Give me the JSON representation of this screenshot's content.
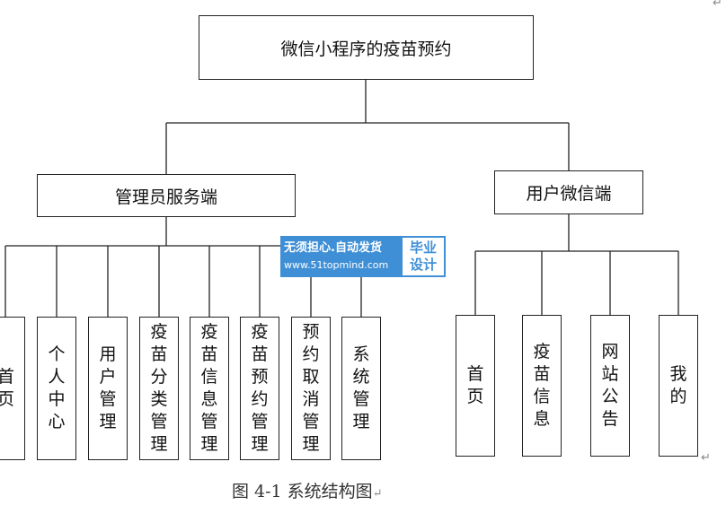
{
  "root": "微信小程序的疫苗预约",
  "admin": {
    "title": "管理员服务端",
    "modules": [
      "首页",
      "个人中心",
      "用户管理",
      "疫苗分类管理",
      "疫苗信息管理",
      "疫苗预约管理",
      "预约取消管理",
      "系统管理"
    ]
  },
  "user": {
    "title": "用户微信端",
    "modules": [
      "首页",
      "疫苗信息",
      "网站公告",
      "我的"
    ]
  },
  "watermark": {
    "line1": "无须担心.自动发货",
    "line2": "www.51topmind.com",
    "badge1": "毕业",
    "badge2": "设计"
  },
  "caption": "图 4-1 系统结构图",
  "pilcrow": "↵"
}
